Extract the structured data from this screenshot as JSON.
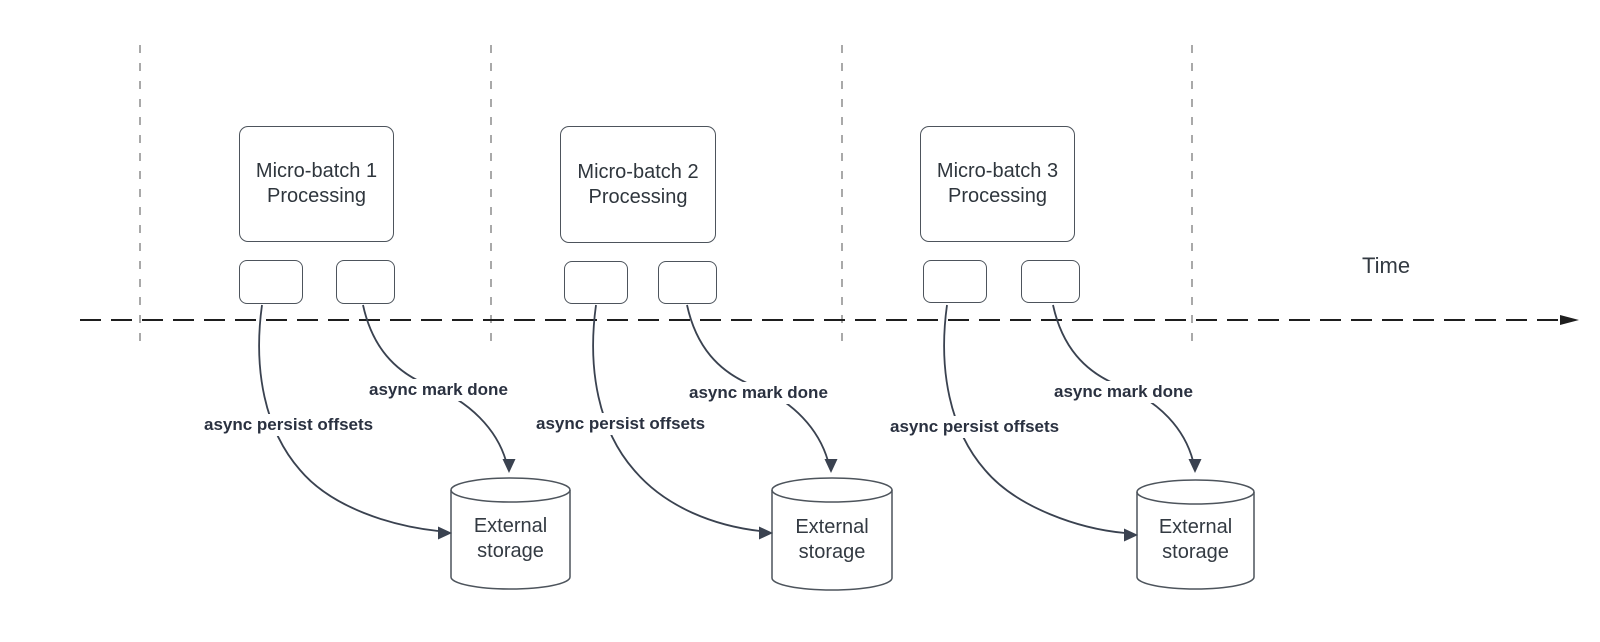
{
  "diagram": {
    "time_label": "Time",
    "groups": [
      {
        "title_line1": "Micro-batch 1",
        "title_line2": "Processing",
        "persist_label": "async persist offsets",
        "mark_done_label": "async mark done",
        "storage_label": "External storage"
      },
      {
        "title_line1": "Micro-batch 2",
        "title_line2": "Processing",
        "persist_label": "async persist offsets",
        "mark_done_label": "async mark done",
        "storage_label": "External storage"
      },
      {
        "title_line1": "Micro-batch 3",
        "title_line2": "Processing",
        "persist_label": "async persist offsets",
        "mark_done_label": "async mark done",
        "storage_label": "External storage"
      }
    ],
    "colors": {
      "shape_stroke": "#4d545c",
      "shape_text": "#2f363d",
      "edge_stroke": "#3a4250",
      "edge_label_text": "#2a3140",
      "time_axis": "#1e1e1e",
      "timeline_gridline": "#a9a9a9",
      "background": "#ffffff"
    }
  }
}
